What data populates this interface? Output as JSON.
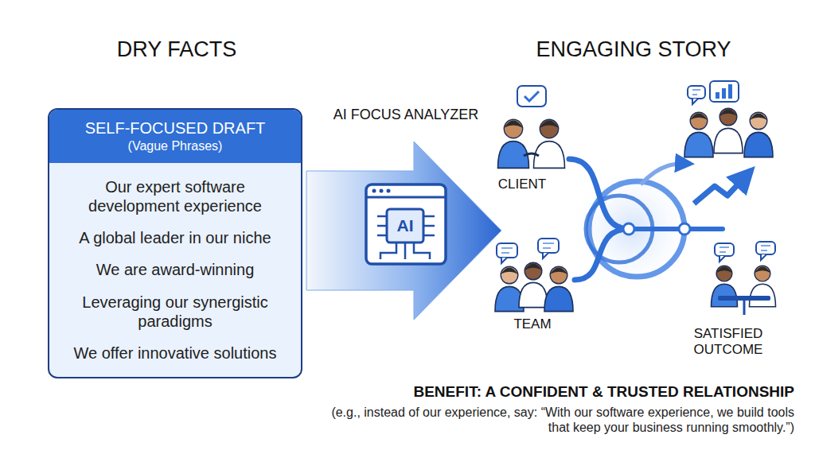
{
  "diagram": {
    "nodes": [
      {
        "text": [
          "SELF-FOCUSED DRAFT",
          "(Vague Phrases)",
          "Our expert software development experience",
          "A global leader in our niche",
          "We are award-winning",
          "Leveraging our synergistic paradigms",
          "We offer innovative solutions"
        ]
      }
    ],
    "labels": [
      "DRY FACTS",
      "ENGAGING STORY",
      "AI FOCUS ANALYZER",
      "AI",
      "CLIENT",
      "TEAM",
      "SATISFIED OUTCOME",
      "BENEFIT: A CONFIDENT & TRUSTED RELATIONSHIP",
      "(e.g., instead of our experience, say: “With our software experience, we build tools that keep your business running smoothly.”)"
    ]
  }
}
